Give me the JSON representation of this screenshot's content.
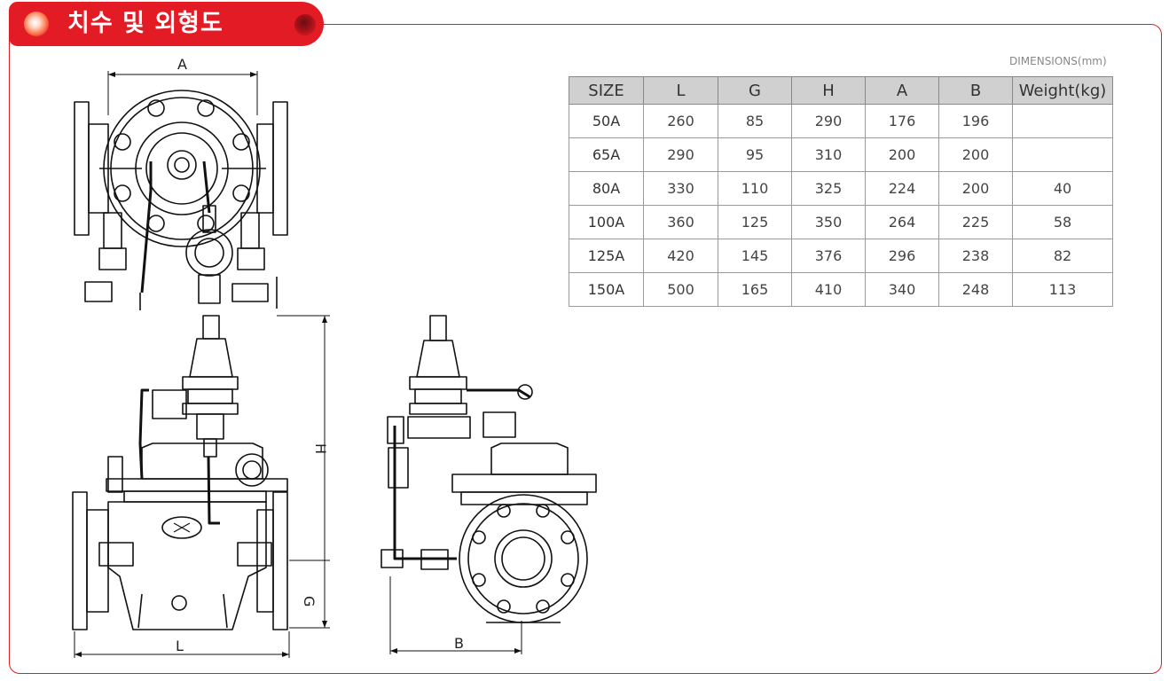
{
  "header": {
    "title": "치수 및 외형도"
  },
  "table": {
    "caption": "DIMENSIONS(mm)",
    "columns": [
      "SIZE",
      "L",
      "G",
      "H",
      "A",
      "B",
      "Weight(kg)"
    ],
    "rows": [
      [
        "50A",
        "260",
        "85",
        "290",
        "176",
        "196",
        ""
      ],
      [
        "65A",
        "290",
        "95",
        "310",
        "200",
        "200",
        ""
      ],
      [
        "80A",
        "330",
        "110",
        "325",
        "224",
        "200",
        "40"
      ],
      [
        "100A",
        "360",
        "125",
        "350",
        "264",
        "225",
        "58"
      ],
      [
        "125A",
        "420",
        "145",
        "376",
        "296",
        "238",
        "82"
      ],
      [
        "150A",
        "500",
        "165",
        "410",
        "340",
        "248",
        "113"
      ]
    ]
  },
  "drawing_labels": {
    "a": "A",
    "h": "H",
    "g": "G",
    "l": "L",
    "b": "B"
  },
  "colors": {
    "accent": "#e21b24",
    "table_header": "#d0d0d0"
  }
}
